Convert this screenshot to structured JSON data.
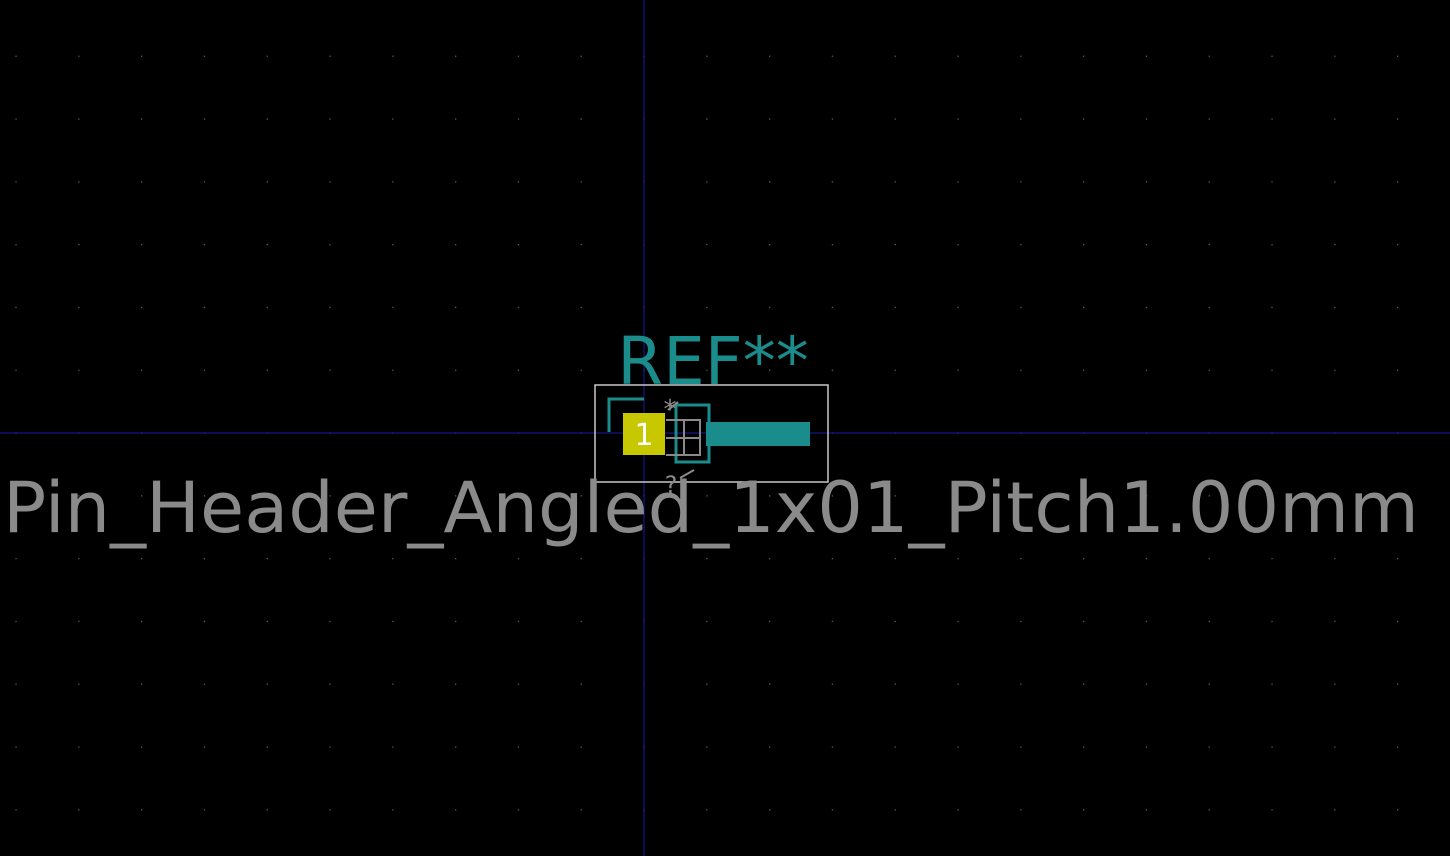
{
  "app": {
    "view": "footprint-editor-canvas"
  },
  "footprint": {
    "reference": "REF**",
    "value": "Pin_Header_Angled_1x01_Pitch1.00mm",
    "pad_number": "1",
    "silk_ref_marker": "*",
    "silk_value_marker": "?"
  },
  "colors": {
    "background": "#000000",
    "grid_dot": "#5a5a5a",
    "axis": "#1a1aa8",
    "fab_text": "#1b8c8c",
    "silk_text": "#8a8a8a",
    "courtyard": "#c8c8c8",
    "pad": "#c8c800",
    "pad_number": "#ffffff",
    "pin_bar": "#1b8c8c"
  }
}
